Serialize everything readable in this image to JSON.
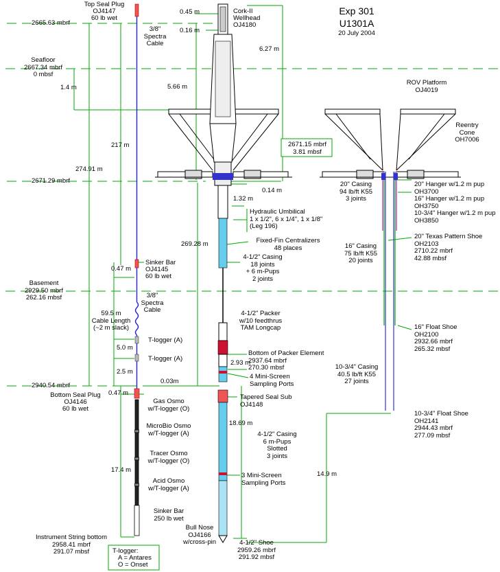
{
  "header": {
    "expedition": "Exp 301",
    "hole": "U1301A",
    "date": "20 July 2004"
  },
  "equipment": {
    "top_seal_plug": {
      "title": "Top Seal Plug",
      "id": "OJ4147",
      "weight": "60 lb wet"
    },
    "wellhead": {
      "name": "Cork-II",
      "type": "Wellhead",
      "id": "OJ4180"
    },
    "spectra_cable_top": "3/8\"\nSpectra\nCable",
    "sinker_bar_mid": {
      "name": "Sinker Bar",
      "id": "OJ4145",
      "weight": "60 lb wet"
    },
    "spectra_cable_mid": "3/8\"\nSpectra\nCable",
    "cable_length": "59.5 m\nCable Length\n(~2 m slack)",
    "t_logger_a1": "T-logger (A)",
    "t_logger_a2": "T-logger (A)",
    "bottom_seal_plug": {
      "title": "Bottom Seal Plug",
      "id": "OJ4146",
      "weight": "60 lb wet"
    },
    "gas_osmo": "Gas Osmo\nw/T-logger (O)",
    "microbio_osmo": "MicroBio Osmo\nw/T-logger (A)",
    "tracer_osmo": "Tracer Osmo\nw/T-logger (O)",
    "acid_osmo": "Acid Osmo\nw/T-logger (A)",
    "sinker_bar_bottom": "Sinker Bar\n250 lb wet",
    "instrument_string_bottom": "Instrument String bottom\n2958.41 mbrf\n291.07 mbsf",
    "hydraulic_umbilical": "Hydraulic Umbilical\n1 x 1/2\", 6 x 1/4\", 1 x 1/8\"\n(Leg 196)",
    "centralizers": "Fixed-Fin Centralizers\n48 places",
    "casing_upper": "4-1/2\" Casing\n18 joints\n+ 6 m-Pups\n2 joints",
    "packer": "4-1/2\" Packer\nw/10 feedthrus\nTAM Longcap",
    "packer_element": "Bottom of Packer Element\n2937.64 mbrf\n270.30 mbsf",
    "mini_screen_upper": "4 Mini-Screen\nSampling Ports",
    "tapered_seal_sub": "Tapered Seal Sub\nOJ4148",
    "casing_lower": "4-1/2\" Casing\n6 m-Pups\nSlotted\n3 joints",
    "mini_screen_lower": "3 Mini-Screen\nSampling Ports",
    "bull_nose": "Bull Nose\nOJ4166\nw/cross-pin",
    "shoe_45": "4-1/2\" Shoe\n2959.26 mbrf\n291.92 mbsf",
    "rov_platform": "ROV Platform\nOJ4019",
    "reentry_cone": "Reentry\nCone\nOH7006",
    "casing_20": "20\" Casing\n94 lb/ft K55\n3 joints",
    "hangers": "20\" Hanger w/1.2 m pup\nOH3700\n16\" Hanger w/1.2 m pup\nOH3750\n10-3/4\" Hanger w/1.2 m pup\nOH3850",
    "texas_shoe": "20\" Texas Pattern Shoe\nOH2103\n2710.22 mbrf\n42.88 mbsf",
    "casing_16": "16\" Casing\n75 lb/ft K55\n20 joints",
    "float_shoe_16": "16\" Float Shoe\nOH2100\n2932.66 mbrf\n265.32 mbsf",
    "casing_1034": "10-3/4\" Casing\n40.5 lb/ft K55\n27 joints",
    "float_shoe_1034": "10-3/4\" Float Shoe\nOH2141\n2944.43 mbrf\n277.09 mbsf"
  },
  "depths": {
    "top": "2665.63 mbrf",
    "seafloor": "Seafloor\n2667.34 mbrf\n0 mbsf",
    "hanger_level": "2671.29 mbrf",
    "cone_box": "2671.15 mbrf\n3.81 mbsf",
    "basement": "Basement\n2929.50 mbrf\n262.16 mbsf",
    "seal_level": "2940.54 mbrf"
  },
  "dimensions": {
    "d_045": "0.45 m",
    "d_016": "0.16 m",
    "d_627": "6.27 m",
    "d_14": "1.4 m",
    "d_566": "5.66 m",
    "d_217": "217 m",
    "d_27491": "274.91 m",
    "d_014": "0.14 m",
    "d_132": "1.32 m",
    "d_26928": "269.28 m",
    "d_047a": "0.47 m",
    "d_50": "5.0 m",
    "d_25": "2.5 m",
    "d_293": "2.93 m",
    "d_003": "0.03m",
    "d_047b": "0.47 m",
    "d_1869": "18.69 m",
    "d_174": "17.4 m",
    "d_149": "14.9 m"
  },
  "legend": {
    "title": "T-logger:",
    "a": "A = Antares",
    "o": "O = Onset"
  },
  "colors": {
    "dimension_green": "#00aa00",
    "cable_blue": "#2222dd",
    "casing_cyan": "#66ccee",
    "packer_red": "#cc1133",
    "hanger_magenta": "#cc33cc",
    "hanger_blue": "#3333cc"
  }
}
